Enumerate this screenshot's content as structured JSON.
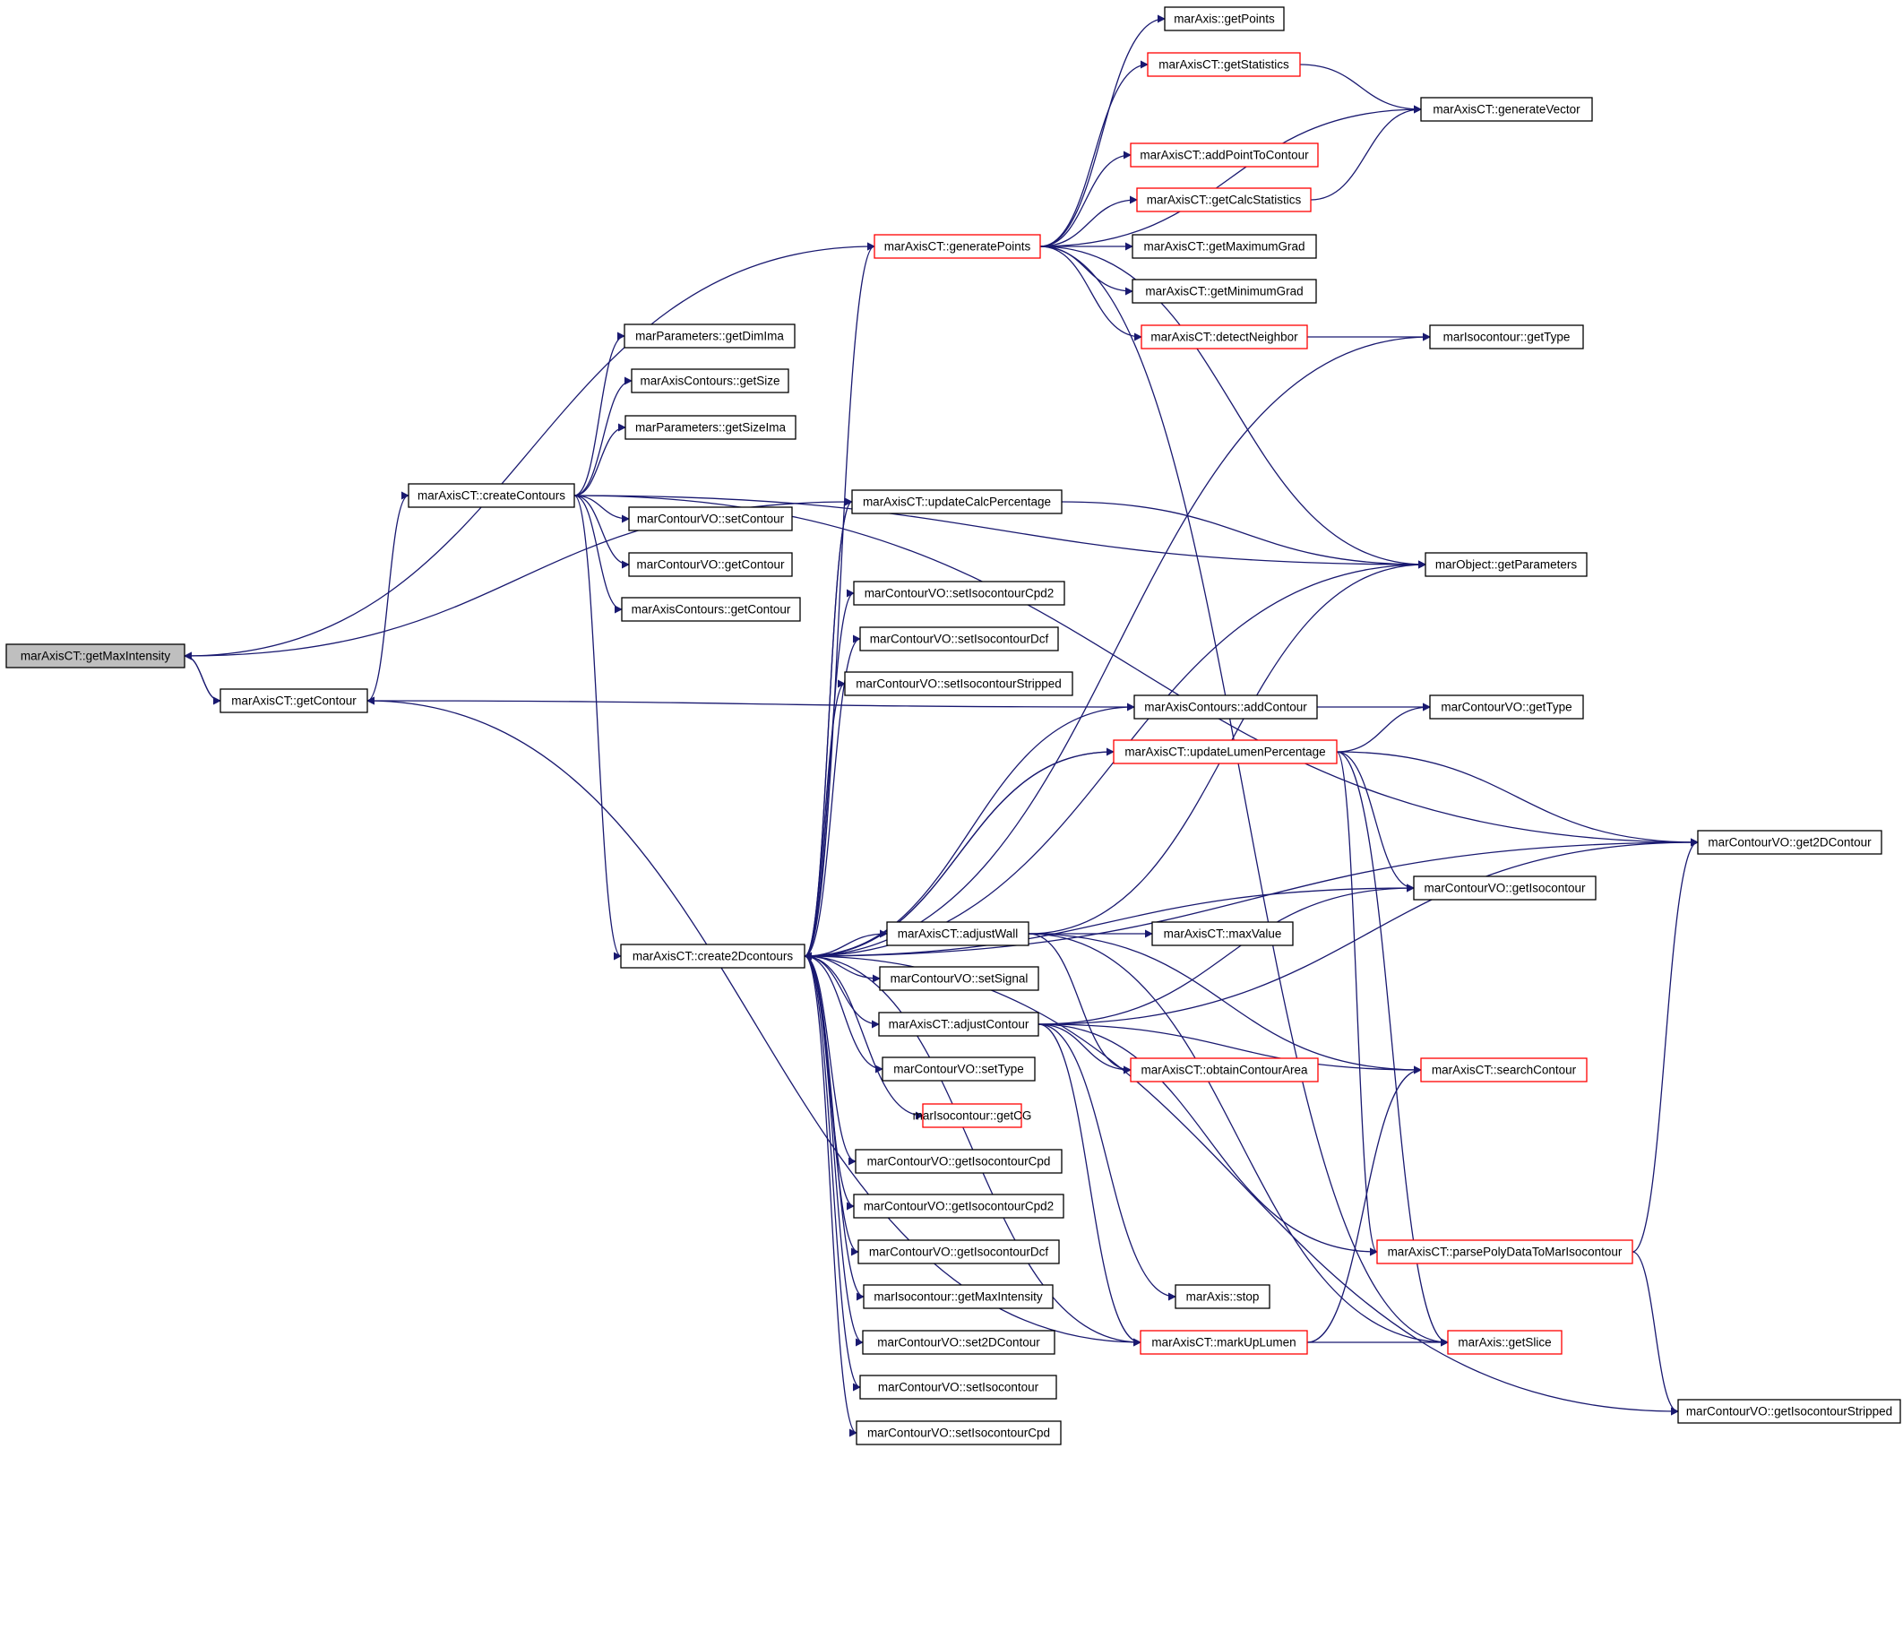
{
  "colors": {
    "edge": "#191970",
    "border_black": "#000000",
    "border_red": "#ff0000",
    "root_fill": "#bfbfbf"
  },
  "nodes": [
    {
      "id": "getMaxIntensity",
      "label": "marAxisCT::getMaxIntensity",
      "style": "root"
    },
    {
      "id": "getContour",
      "label": "marAxisCT::getContour",
      "style": "black"
    },
    {
      "id": "createContours",
      "label": "marAxisCT::createContours",
      "style": "black"
    },
    {
      "id": "getDimIma",
      "label": "marParameters::getDimIma",
      "style": "black"
    },
    {
      "id": "ac_getSize",
      "label": "marAxisContours::getSize",
      "style": "black"
    },
    {
      "id": "getSizeIma",
      "label": "marParameters::getSizeIma",
      "style": "black"
    },
    {
      "id": "vo_setContour",
      "label": "marContourVO::setContour",
      "style": "black"
    },
    {
      "id": "vo_getContour",
      "label": "marContourVO::getContour",
      "style": "black"
    },
    {
      "id": "ac_getContour",
      "label": "marAxisContours::getContour",
      "style": "black"
    },
    {
      "id": "create2Dcontours",
      "label": "marAxisCT::create2Dcontours",
      "style": "black"
    },
    {
      "id": "generatePoints",
      "label": "marAxisCT::generatePoints",
      "style": "red"
    },
    {
      "id": "getPoints",
      "label": "marAxis::getPoints",
      "style": "black"
    },
    {
      "id": "getStatistics",
      "label": "marAxisCT::getStatistics",
      "style": "red"
    },
    {
      "id": "generateVector",
      "label": "marAxisCT::generateVector",
      "style": "black"
    },
    {
      "id": "addPointToContour",
      "label": "marAxisCT::addPointToContour",
      "style": "red"
    },
    {
      "id": "getCalcStatistics",
      "label": "marAxisCT::getCalcStatistics",
      "style": "red"
    },
    {
      "id": "getMaximumGrad",
      "label": "marAxisCT::getMaximumGrad",
      "style": "black"
    },
    {
      "id": "getMinimumGrad",
      "label": "marAxisCT::getMinimumGrad",
      "style": "black"
    },
    {
      "id": "detectNeighbor",
      "label": "marAxisCT::detectNeighbor",
      "style": "red"
    },
    {
      "id": "iso_getType",
      "label": "marIsocontour::getType",
      "style": "black"
    },
    {
      "id": "updateCalcPercentage",
      "label": "marAxisCT::updateCalcPercentage",
      "style": "black"
    },
    {
      "id": "getParameters",
      "label": "marObject::getParameters",
      "style": "black"
    },
    {
      "id": "setIsocontourCpd2",
      "label": "marContourVO::setIsocontourCpd2",
      "style": "black"
    },
    {
      "id": "setIsocontourDcf",
      "label": "marContourVO::setIsocontourDcf",
      "style": "black"
    },
    {
      "id": "setIsocontourStripped",
      "label": "marContourVO::setIsocontourStripped",
      "style": "black"
    },
    {
      "id": "addContour",
      "label": "marAxisContours::addContour",
      "style": "black"
    },
    {
      "id": "vo_getType",
      "label": "marContourVO::getType",
      "style": "black"
    },
    {
      "id": "updateLumenPercentage",
      "label": "marAxisCT::updateLumenPercentage",
      "style": "red"
    },
    {
      "id": "get2DContour",
      "label": "marContourVO::get2DContour",
      "style": "black"
    },
    {
      "id": "getIsocontour",
      "label": "marContourVO::getIsocontour",
      "style": "black"
    },
    {
      "id": "adjustWall",
      "label": "marAxisCT::adjustWall",
      "style": "black"
    },
    {
      "id": "maxValue",
      "label": "marAxisCT::maxValue",
      "style": "black"
    },
    {
      "id": "setSignal",
      "label": "marContourVO::setSignal",
      "style": "black"
    },
    {
      "id": "adjustContour",
      "label": "marAxisCT::adjustContour",
      "style": "black"
    },
    {
      "id": "obtainContourArea",
      "label": "marAxisCT::obtainContourArea",
      "style": "red"
    },
    {
      "id": "searchContour",
      "label": "marAxisCT::searchContour",
      "style": "red"
    },
    {
      "id": "setType",
      "label": "marContourVO::setType",
      "style": "black"
    },
    {
      "id": "getCG",
      "label": "marIsocontour::getCG",
      "style": "red"
    },
    {
      "id": "getIsocontourCpd",
      "label": "marContourVO::getIsocontourCpd",
      "style": "black"
    },
    {
      "id": "getIsocontourCpd2",
      "label": "marContourVO::getIsocontourCpd2",
      "style": "black"
    },
    {
      "id": "getIsocontourDcf",
      "label": "marContourVO::getIsocontourDcf",
      "style": "black"
    },
    {
      "id": "parsePolyData",
      "label": "marAxisCT::parsePolyDataToMarIsocontour",
      "style": "red"
    },
    {
      "id": "iso_getMaxIntensity",
      "label": "marIsocontour::getMaxIntensity",
      "style": "black"
    },
    {
      "id": "stop",
      "label": "marAxis::stop",
      "style": "black"
    },
    {
      "id": "set2DContour",
      "label": "marContourVO::set2DContour",
      "style": "black"
    },
    {
      "id": "markUpLumen",
      "label": "marAxisCT::markUpLumen",
      "style": "red"
    },
    {
      "id": "getSlice",
      "label": "marAxis::getSlice",
      "style": "red"
    },
    {
      "id": "setIsocontour",
      "label": "marContourVO::setIsocontour",
      "style": "black"
    },
    {
      "id": "getIsocontourStripped",
      "label": "marContourVO::getIsocontourStripped",
      "style": "black"
    },
    {
      "id": "setIsocontourCpd",
      "label": "marContourVO::setIsocontourCpd",
      "style": "black"
    }
  ],
  "edges": [
    [
      "getMaxIntensity",
      "getContour"
    ],
    [
      "getMaxIntensity",
      "generatePoints"
    ],
    [
      "getContour",
      "createContours"
    ],
    [
      "createContours",
      "getDimIma"
    ],
    [
      "createContours",
      "ac_getSize"
    ],
    [
      "createContours",
      "getSizeIma"
    ],
    [
      "createContours",
      "vo_setContour"
    ],
    [
      "createContours",
      "vo_getContour"
    ],
    [
      "createContours",
      "ac_getContour"
    ],
    [
      "createContours",
      "create2Dcontours"
    ],
    [
      "createContours",
      "getParameters"
    ],
    [
      "createContours",
      "get2DContour"
    ],
    [
      "create2Dcontours",
      "generatePoints"
    ],
    [
      "create2Dcontours",
      "updateCalcPercentage"
    ],
    [
      "create2Dcontours",
      "setIsocontourCpd2"
    ],
    [
      "create2Dcontours",
      "setIsocontourDcf"
    ],
    [
      "create2Dcontours",
      "setIsocontourStripped"
    ],
    [
      "create2Dcontours",
      "addContour"
    ],
    [
      "create2Dcontours",
      "updateLumenPercentage"
    ],
    [
      "create2Dcontours",
      "get2DContour"
    ],
    [
      "create2Dcontours",
      "getIsocontour"
    ],
    [
      "create2Dcontours",
      "adjustWall"
    ],
    [
      "create2Dcontours",
      "setSignal"
    ],
    [
      "create2Dcontours",
      "adjustContour"
    ],
    [
      "create2Dcontours",
      "setType"
    ],
    [
      "create2Dcontours",
      "getCG"
    ],
    [
      "create2Dcontours",
      "getIsocontourCpd"
    ],
    [
      "create2Dcontours",
      "getIsocontourCpd2"
    ],
    [
      "create2Dcontours",
      "getIsocontourDcf"
    ],
    [
      "create2Dcontours",
      "iso_getMaxIntensity"
    ],
    [
      "create2Dcontours",
      "set2DContour"
    ],
    [
      "create2Dcontours",
      "setIsocontour"
    ],
    [
      "create2Dcontours",
      "setIsocontourCpd"
    ],
    [
      "create2Dcontours",
      "getIsocontourStripped"
    ],
    [
      "create2Dcontours",
      "markUpLumen"
    ],
    [
      "create2Dcontours",
      "getParameters"
    ],
    [
      "create2Dcontours",
      "iso_getType"
    ],
    [
      "generatePoints",
      "getPoints"
    ],
    [
      "generatePoints",
      "getStatistics"
    ],
    [
      "generatePoints",
      "generateVector"
    ],
    [
      "generatePoints",
      "addPointToContour"
    ],
    [
      "generatePoints",
      "getCalcStatistics"
    ],
    [
      "generatePoints",
      "getMaximumGrad"
    ],
    [
      "generatePoints",
      "getMinimumGrad"
    ],
    [
      "generatePoints",
      "detectNeighbor"
    ],
    [
      "generatePoints",
      "getParameters"
    ],
    [
      "generatePoints",
      "getSlice"
    ],
    [
      "getStatistics",
      "generateVector"
    ],
    [
      "getCalcStatistics",
      "generateVector"
    ],
    [
      "detectNeighbor",
      "iso_getType"
    ],
    [
      "updateCalcPercentage",
      "getMaxIntensity"
    ],
    [
      "updateCalcPercentage",
      "getParameters"
    ],
    [
      "updateCalcPercentage",
      "create2Dcontours"
    ],
    [
      "addContour",
      "vo_getType"
    ],
    [
      "addContour",
      "getContour"
    ],
    [
      "updateLumenPercentage",
      "vo_getType"
    ],
    [
      "updateLumenPercentage",
      "get2DContour"
    ],
    [
      "updateLumenPercentage",
      "getIsocontour"
    ],
    [
      "updateLumenPercentage",
      "parsePolyData"
    ],
    [
      "updateLumenPercentage",
      "getSlice"
    ],
    [
      "updateLumenPercentage",
      "create2Dcontours"
    ],
    [
      "adjustWall",
      "maxValue"
    ],
    [
      "adjustWall",
      "obtainContourArea"
    ],
    [
      "adjustWall",
      "searchContour"
    ],
    [
      "adjustWall",
      "getParameters"
    ],
    [
      "adjustWall",
      "getSlice"
    ],
    [
      "adjustContour",
      "obtainContourArea"
    ],
    [
      "adjustContour",
      "searchContour"
    ],
    [
      "adjustContour",
      "parsePolyData"
    ],
    [
      "adjustContour",
      "get2DContour"
    ],
    [
      "adjustContour",
      "stop"
    ],
    [
      "adjustContour",
      "markUpLumen"
    ],
    [
      "adjustContour",
      "getIsocontour"
    ],
    [
      "markUpLumen",
      "getSlice"
    ],
    [
      "markUpLumen",
      "searchContour"
    ],
    [
      "markUpLumen",
      "getContour"
    ],
    [
      "parsePolyData",
      "getIsocontourStripped"
    ],
    [
      "parsePolyData",
      "get2DContour"
    ],
    [
      "getContour",
      "getMaxIntensity"
    ]
  ]
}
